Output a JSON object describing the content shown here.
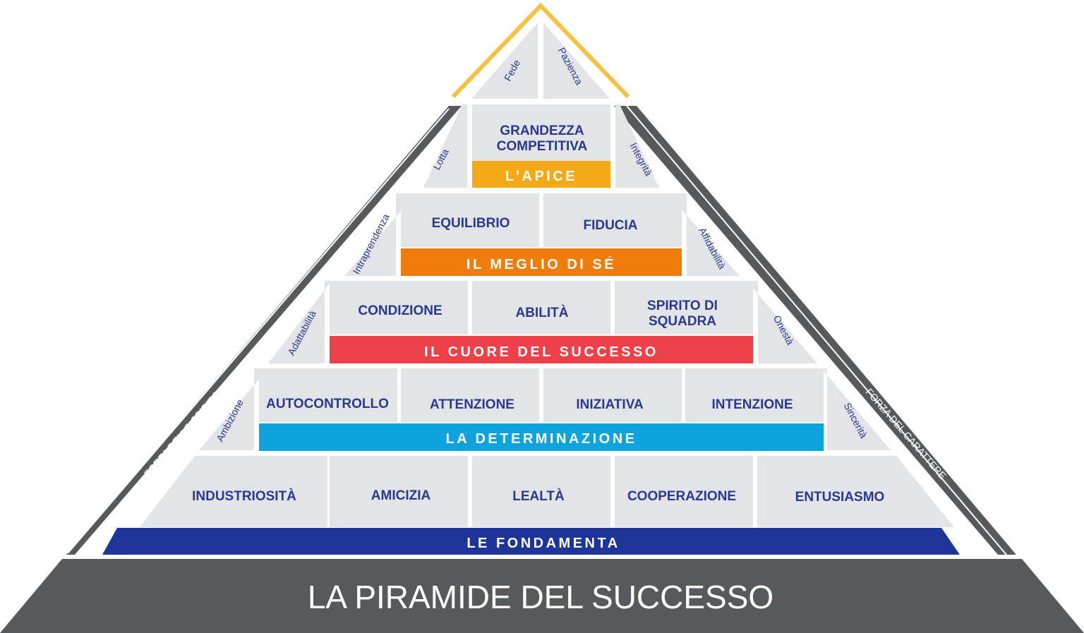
{
  "title": "LA PIRAMIDE DEL SUCCESSO",
  "rails": {
    "left": "FORZA DELLO SPIRITO",
    "right": "FORZA DEL CARATTERE"
  },
  "apex": {
    "left": "Fede",
    "right": "Pazienza"
  },
  "tiers": {
    "apice": {
      "band": "L’APICE",
      "band_color": "#f4aa16",
      "blocks": [
        "GRANDEZZA COMPETITIVA"
      ],
      "left": "Lotta",
      "right": "Integrità"
    },
    "meglio": {
      "band": "IL MEGLIO DI SÉ",
      "band_color": "#f07c0c",
      "blocks": [
        "EQUILIBRIO",
        "FIDUCIA"
      ],
      "left": "Intraprendenza",
      "right": "Affidabilità"
    },
    "cuore": {
      "band": "IL CUORE DEL SUCCESSO",
      "band_color": "#ee4048",
      "blocks": [
        "CONDIZIONE",
        "ABILITÀ",
        "SPIRITO DI SQUADRA"
      ],
      "left": "Adattabilità",
      "right": "Onestà"
    },
    "determinazione": {
      "band": "LA DETERMINAZIONE",
      "band_color": "#0ea3dd",
      "blocks": [
        "AUTOCONTROLLO",
        "ATTENZIONE",
        "INIZIATIVA",
        "INTENZIONE"
      ],
      "left": "Ambizione",
      "right": "Sincerità"
    },
    "fondamenta": {
      "band": "LE FONDAMENTA",
      "band_color": "#1d3599",
      "blocks": [
        "INDUSTRIOSITÀ",
        "AMICIZIA",
        "LEALTÀ",
        "COOPERAZIONE",
        "ENTUSIASMO"
      ]
    }
  },
  "colors": {
    "rail": "#58595b",
    "apex_outline": "#f5c242",
    "cell": "#e3e4e6",
    "text": "#2a3890"
  }
}
